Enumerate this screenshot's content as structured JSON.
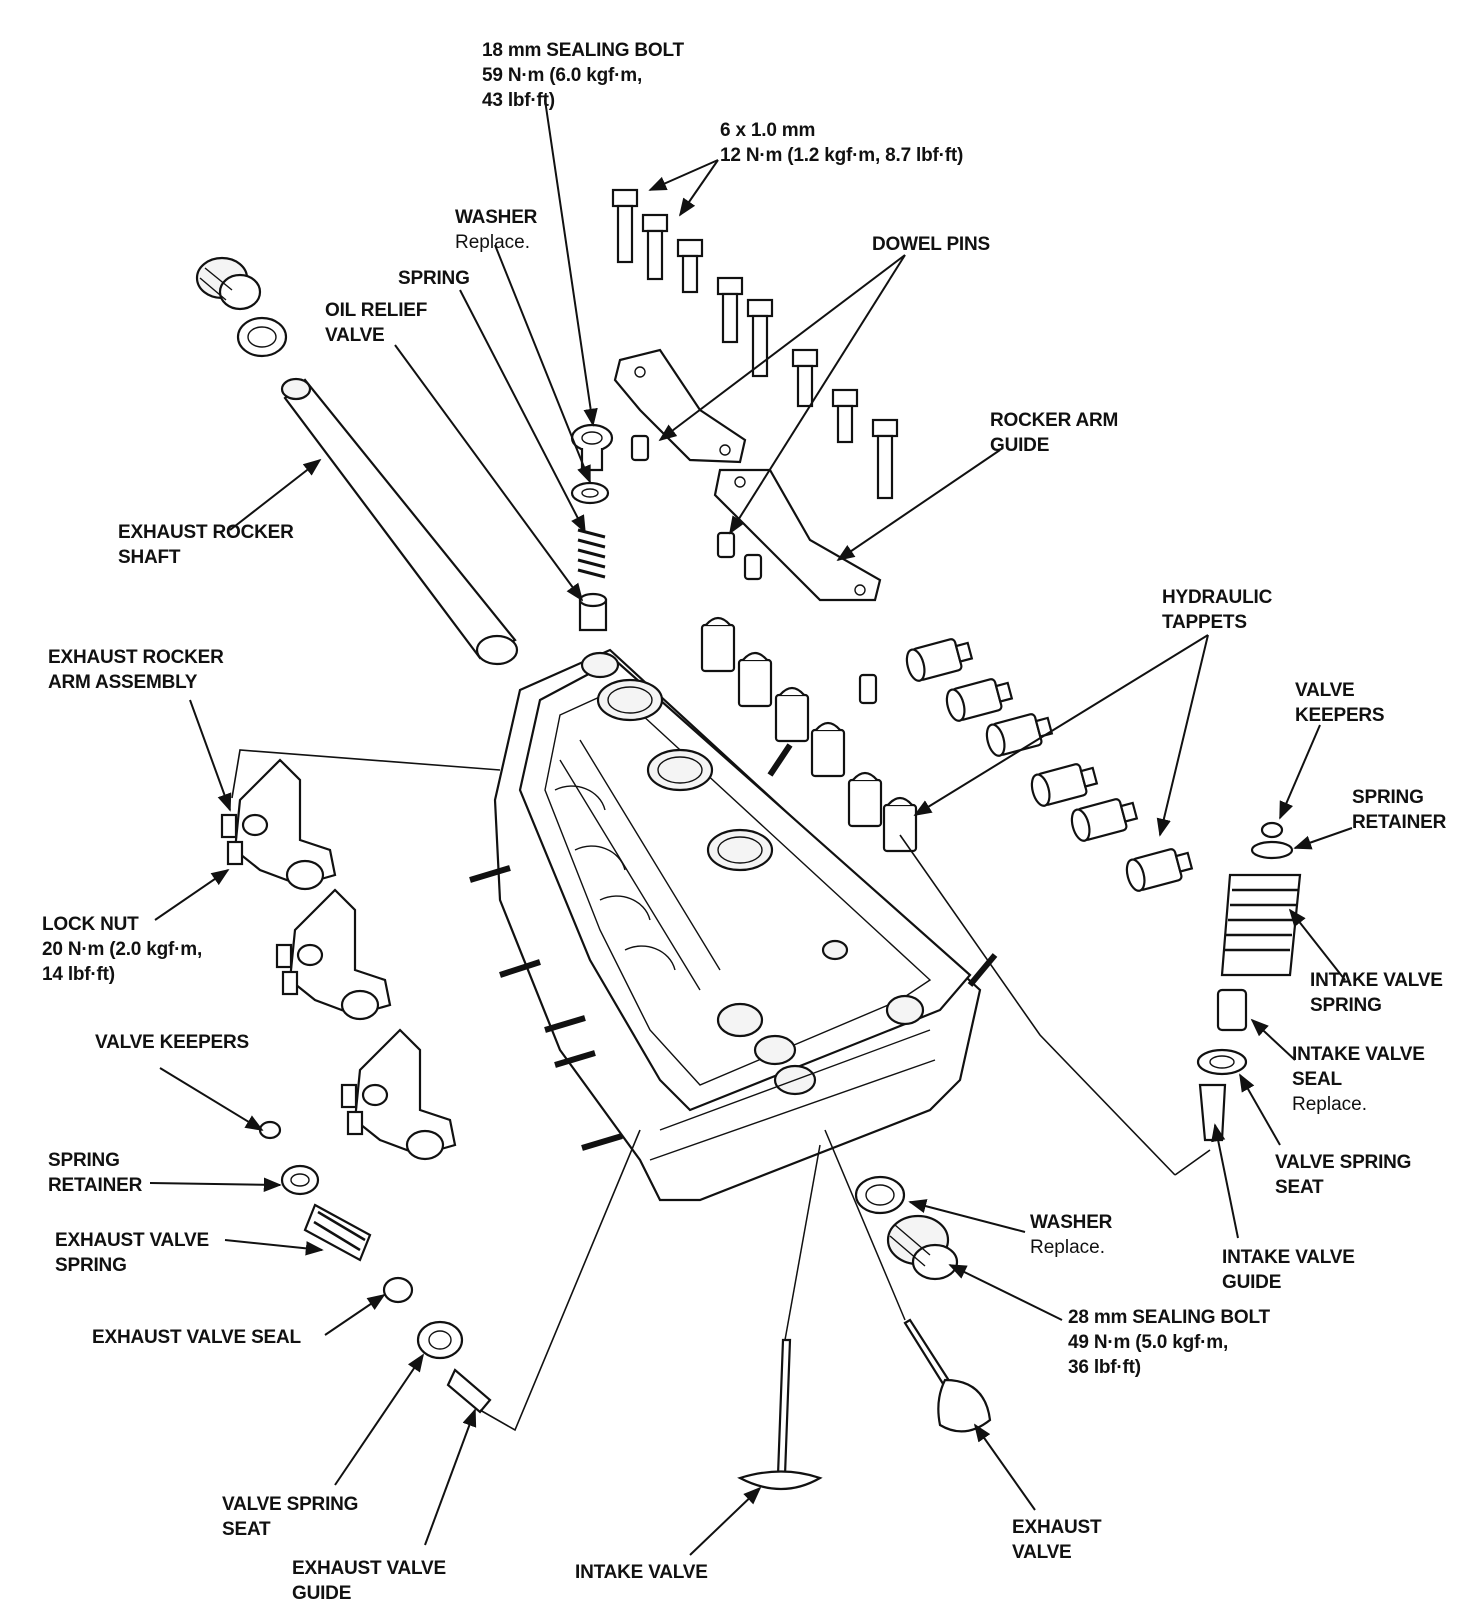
{
  "labels": {
    "sealing_bolt_18": {
      "title": "18 mm SEALING BOLT",
      "lines": [
        "59 N·m (6.0 kgf·m,",
        "43 lbf·ft)"
      ]
    },
    "bolt_6x1": {
      "title": "6 x 1.0 mm",
      "lines": [
        "12 N·m (1.2 kgf·m, 8.7 lbf·ft)"
      ]
    },
    "washer_top": {
      "title": "WASHER",
      "note": "Replace."
    },
    "dowel_pins": {
      "title": "DOWEL PINS"
    },
    "spring": {
      "title": "SPRING"
    },
    "oil_relief_valve": {
      "title": "OIL RELIEF",
      "title2": "VALVE"
    },
    "rocker_arm_guide": {
      "title": "ROCKER ARM",
      "title2": "GUIDE"
    },
    "exhaust_rocker_shaft": {
      "title": "EXHAUST ROCKER",
      "title2": "SHAFT"
    },
    "hydraulic_tappets": {
      "title": "HYDRAULIC",
      "title2": "TAPPETS"
    },
    "exhaust_rocker_arm_assembly": {
      "title": "EXHAUST ROCKER",
      "title2": "ARM ASSEMBLY"
    },
    "valve_keepers_right": {
      "title": "VALVE",
      "title2": "KEEPERS"
    },
    "spring_retainer_right": {
      "title": "SPRING",
      "title2": "RETAINER"
    },
    "intake_valve_spring": {
      "title": "INTAKE VALVE",
      "title2": "SPRING"
    },
    "lock_nut": {
      "title": "LOCK NUT",
      "lines": [
        "20 N·m (2.0 kgf·m,",
        "14 lbf·ft)"
      ]
    },
    "intake_valve_seal": {
      "title": "INTAKE VALVE",
      "title2": "SEAL",
      "note": "Replace."
    },
    "valve_keepers_left": {
      "title": "VALVE KEEPERS"
    },
    "spring_retainer_left": {
      "title": "SPRING",
      "title2": "RETAINER"
    },
    "valve_spring_seat_right": {
      "title": "VALVE SPRING",
      "title2": "SEAT"
    },
    "exhaust_valve_spring": {
      "title": "EXHAUST VALVE",
      "title2": "SPRING"
    },
    "washer_bottom": {
      "title": "WASHER",
      "note": "Replace."
    },
    "intake_valve_guide": {
      "title": "INTAKE VALVE",
      "title2": "GUIDE"
    },
    "exhaust_valve_seal": {
      "title": "EXHAUST VALVE SEAL"
    },
    "sealing_bolt_28": {
      "title": "28 mm SEALING BOLT",
      "lines": [
        "49 N·m (5.0 kgf·m,",
        "36 lbf·ft)"
      ]
    },
    "valve_spring_seat_left": {
      "title": "VALVE SPRING",
      "title2": "SEAT"
    },
    "exhaust_valve": {
      "title": "EXHAUST",
      "title2": "VALVE"
    },
    "exhaust_valve_guide": {
      "title": "EXHAUST VALVE",
      "title2": "GUIDE"
    },
    "intake_valve": {
      "title": "INTAKE VALVE"
    }
  }
}
